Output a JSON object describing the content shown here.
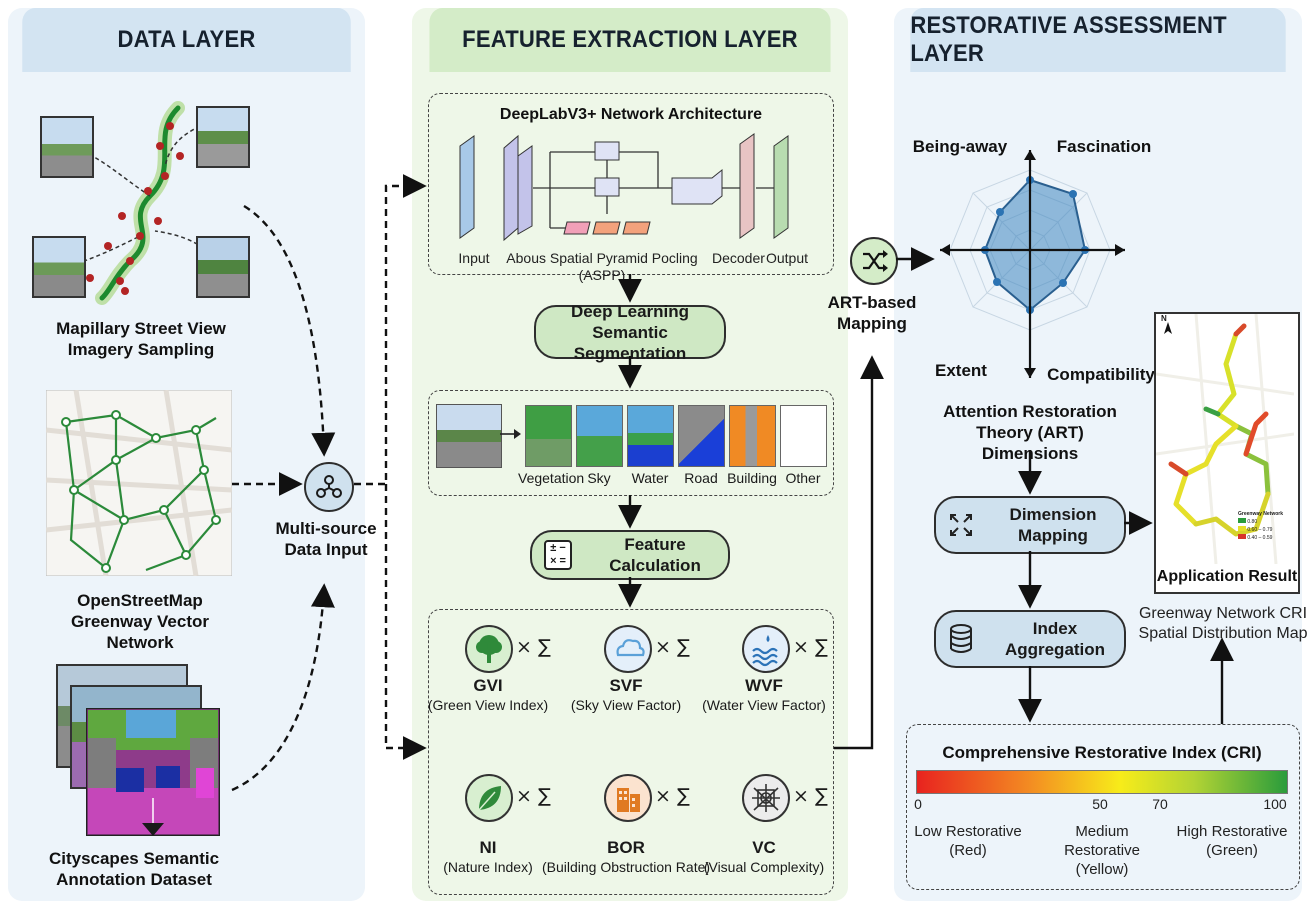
{
  "layers": {
    "data": "DATA LAYER",
    "feature": "FEATURE EXTRACTION LAYER",
    "restorative": "RESTORATIVE ASSESSMENT LAYER"
  },
  "data_layer": {
    "mapillary_label": "Mapillary Street View Imagery Sampling",
    "osm_label": "OpenStreetMap Greenway Vector Network",
    "cityscapes_label": "Cityscapes Semantic Annotation Dataset",
    "multisource_label": "Multi-source Data Input"
  },
  "feature_layer": {
    "deeplab_title": "DeepLabV3+ Network Architecture",
    "arch_labels": [
      "Input",
      "Abous Spatial Pyramid Pocling (ASPP)",
      "Decoder",
      "Output"
    ],
    "dl_pill": "Deep Learning Semantic Segmentation",
    "segments": [
      "Vegetation",
      "Sky",
      "Water",
      "Road",
      "Building",
      "Other"
    ],
    "feature_calc": "Feature Calculation",
    "multiply_sum": "× ∑",
    "features": [
      {
        "abbr": "GVI",
        "name": "(Green View Index)",
        "icon": "tree-icon"
      },
      {
        "abbr": "SVF",
        "name": "(Sky View Factor)",
        "icon": "cloud-icon"
      },
      {
        "abbr": "WVF",
        "name": "(Water View Factor)",
        "icon": "water-icon"
      },
      {
        "abbr": "NI",
        "name": "(Nature Index)",
        "icon": "leaf-icon"
      },
      {
        "abbr": "BOR",
        "name": "(Building Obstruction Rate)",
        "icon": "building-icon"
      },
      {
        "abbr": "VC",
        "name": "(Visual Complexity)",
        "icon": "complexity-icon"
      }
    ]
  },
  "restorative_layer": {
    "art_mapping": "ART-based Mapping",
    "radar_axes": [
      "Being-away",
      "Fascination",
      "Extent",
      "Compatibility"
    ],
    "art_title": "Attention Restoration Theory (ART) Dimensions",
    "dimension_mapping": "Dimension Mapping",
    "index_aggregation": "Index Aggregation",
    "application_result": "Application Result",
    "map_caption": "Greenway Network CRI Spatial Distribution Map",
    "map_north": "N",
    "map_legend": {
      "title": "Greenway Network",
      "items": [
        "0.80",
        "0.60 – 0.79",
        "0.40 – 0.59"
      ]
    },
    "cri_title": "Comprehensive Restorative Index (CRI)",
    "cri_ticks": [
      "0",
      "50",
      "70",
      "100"
    ],
    "cri_levels": [
      {
        "label": "Low Restorative",
        "color_name": "(Red)"
      },
      {
        "label": "Medium Restorative",
        "color_name": "(Yellow)"
      },
      {
        "label": "High Restorative",
        "color_name": "(Green)"
      }
    ]
  },
  "colors": {
    "data_header": "#d3e4f2",
    "data_bg": "#edf4fa",
    "feature_header": "#d4ecc8",
    "feature_bg": "#eef7e8",
    "restorative_header": "#d3e4f2",
    "restorative_bg": "#edf4fa",
    "cri_low": "#e8231f",
    "cri_mid": "#f7ec1a",
    "cri_high": "#2a9c3c"
  }
}
